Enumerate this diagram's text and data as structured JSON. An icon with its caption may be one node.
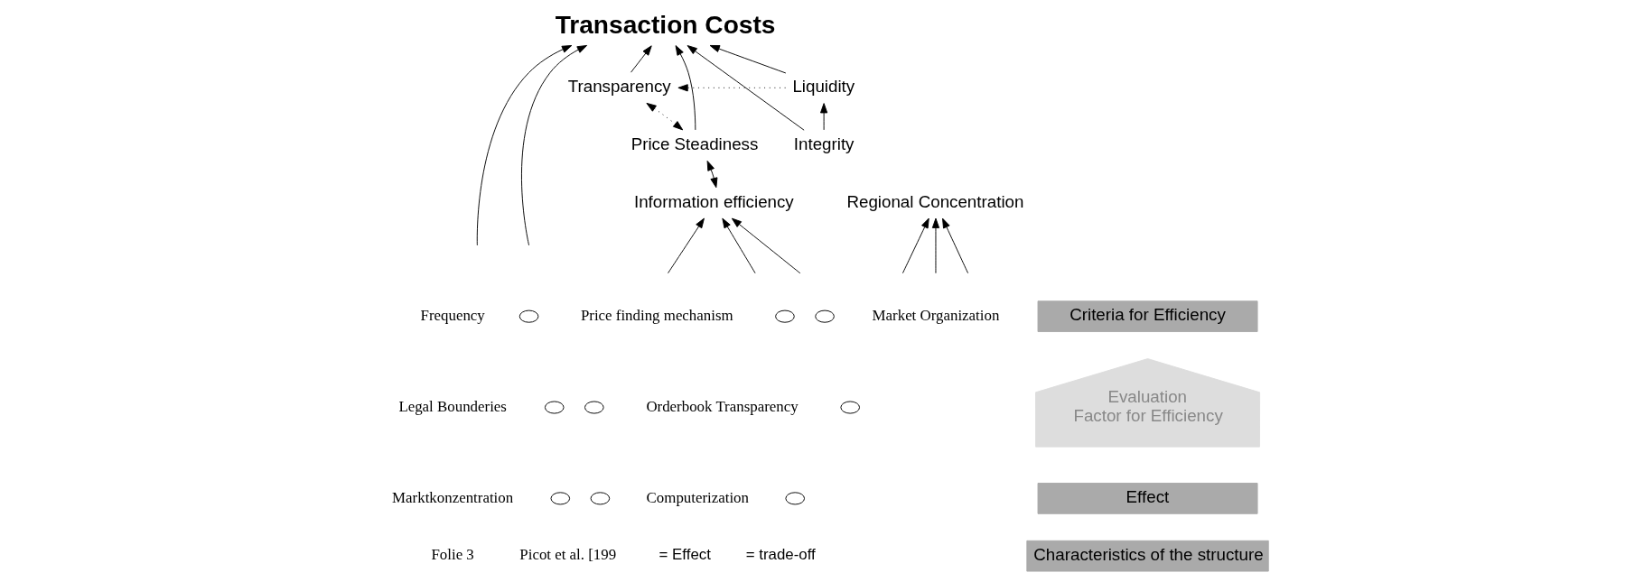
{
  "diagram": {
    "nodes": [
      {
        "text": [
          "Transaction Costs"
        ]
      },
      {
        "text": [
          "Transparency"
        ]
      },
      {
        "text": [
          "Liquidity"
        ]
      },
      {
        "text": [
          "Price Steadiness"
        ]
      },
      {
        "text": [
          "Integrity"
        ]
      },
      {
        "text": [
          "Information efficiency"
        ]
      },
      {
        "text": [
          "Regional Concentration"
        ]
      },
      {
        "text": [
          "Criteria for Efficiency"
        ]
      },
      {
        "text": [
          "Evaluation",
          "Factor for Efficiency"
        ]
      },
      {
        "text": [
          "Effect"
        ]
      },
      {
        "text": [
          "Characteristics of the structure"
        ]
      },
      {
        "text": [],
        "shape": "circle"
      },
      {
        "text": [],
        "shape": "circle"
      },
      {
        "text": [],
        "shape": "circle"
      },
      {
        "text": [],
        "shape": "circle"
      },
      {
        "text": [],
        "shape": "circle"
      },
      {
        "text": [],
        "shape": "circle"
      },
      {
        "text": [],
        "shape": "circle"
      },
      {
        "text": [],
        "shape": "circle"
      },
      {
        "text": [],
        "shape": "circle"
      }
    ],
    "edges": [
      {
        "from": 1,
        "to": 0,
        "arrow": "to"
      },
      {
        "from": null,
        "to": 0,
        "arrow": "to"
      },
      {
        "from": 3,
        "to": 0,
        "arrow": "to"
      },
      {
        "from": null,
        "to": 0,
        "arrow": "to"
      },
      {
        "from": 4,
        "to": 0,
        "arrow": "to"
      },
      {
        "from": 2,
        "to": 0,
        "arrow": "to"
      },
      {
        "from": 2,
        "to": 1,
        "arrow": "to",
        "style": "dashed"
      },
      {
        "from": 4,
        "to": 2,
        "arrow": "to"
      },
      {
        "from": 1,
        "to": 3,
        "arrow": "both",
        "style": "dashed"
      },
      {
        "from": 3,
        "to": 5,
        "arrow": "both"
      },
      {
        "from": null,
        "to": 5,
        "arrow": "to"
      },
      {
        "from": null,
        "to": 5,
        "arrow": "to"
      },
      {
        "from": null,
        "to": 5,
        "arrow": "to"
      },
      {
        "from": null,
        "to": 6,
        "arrow": "to"
      },
      {
        "from": null,
        "to": 6,
        "arrow": "to"
      },
      {
        "from": null,
        "to": 6,
        "arrow": "to"
      }
    ],
    "labels": [
      "Frequency",
      "Price finding mechanism",
      "Market Organization",
      "Legal Bounderies",
      "Orderbook Transparency",
      "Marktkonzentration",
      "Computerization",
      "Folie 3",
      "Picot et al. [199"
    ],
    "legend": [
      {
        "text": "= Effect"
      },
      {
        "text": "= trade-off"
      }
    ]
  }
}
